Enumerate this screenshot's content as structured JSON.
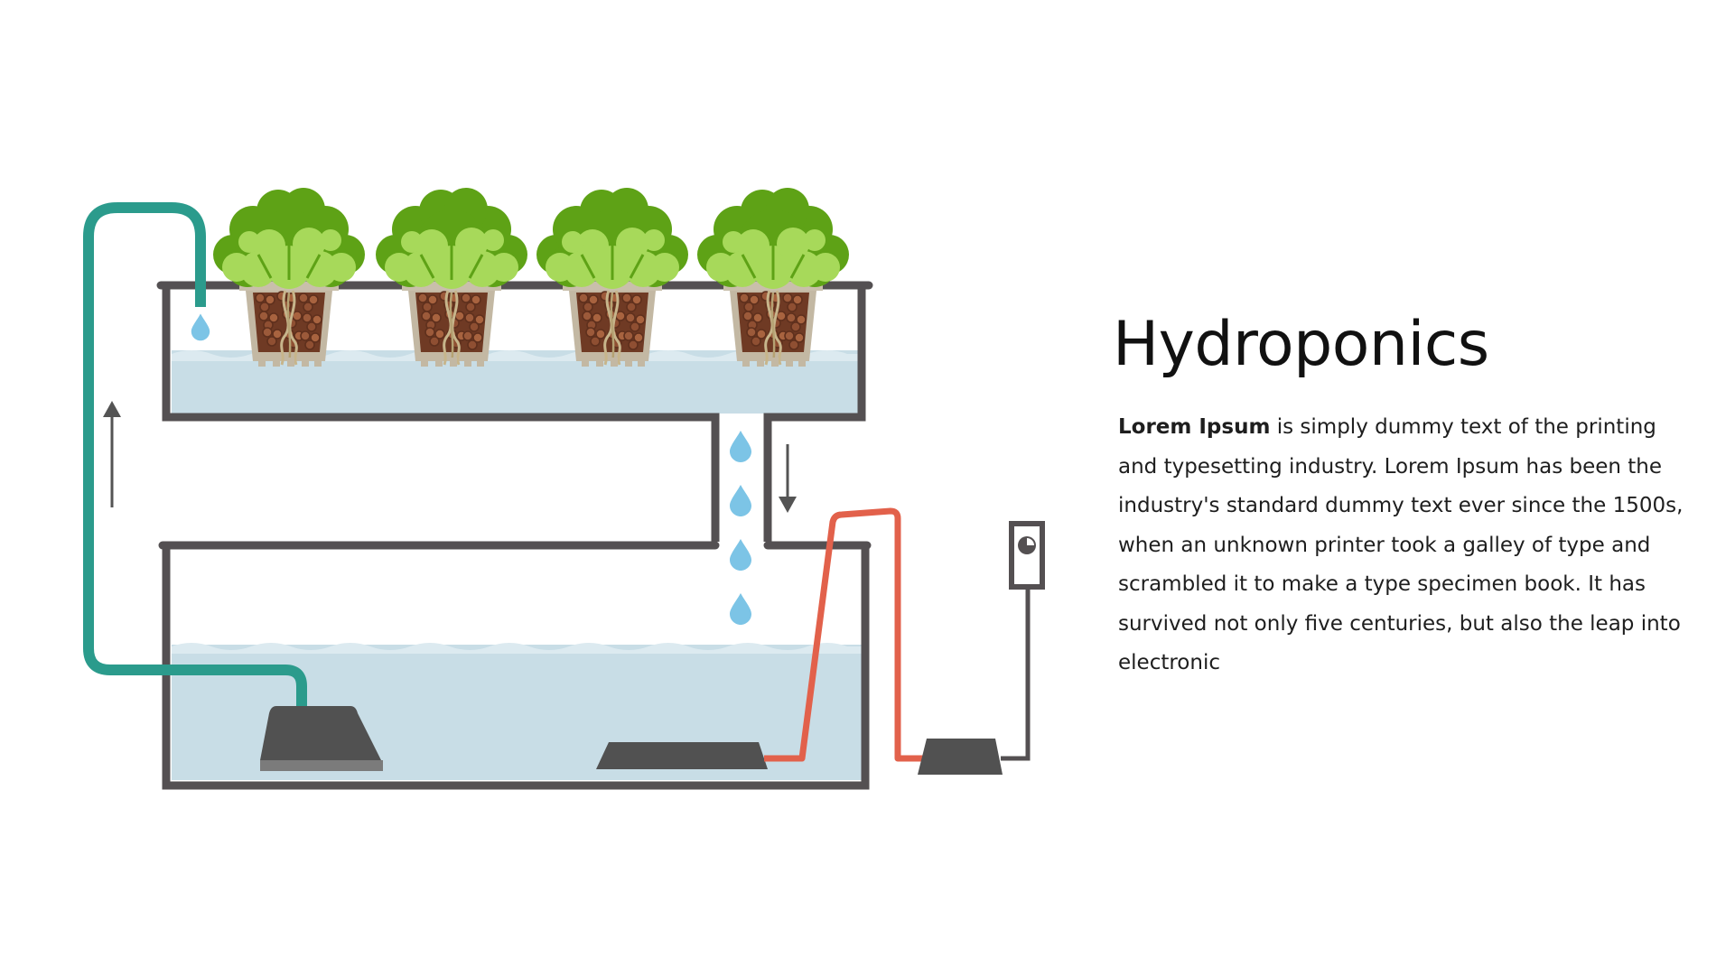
{
  "heading": {
    "title": "Hydroponics"
  },
  "description": {
    "lead": "Lorem Ipsum",
    "text": " is simply dummy text of the printing and typesetting industry. Lorem Ipsum has been the industry's standard dummy text ever since the 1500s, when an unknown printer took a galley of type and scrambled it to make a type specimen book. It has survived not only five centuries, but also the leap into electronic"
  },
  "colors": {
    "tank_outline": "#545052",
    "water": "#c8dde6",
    "water_surface": "#dceaf0",
    "return_pipe": "#2b9b8c",
    "supply_pipe": "#e2614b",
    "pump": "#515151",
    "pump_base": "#7b7b7b",
    "water_drop": "#7cc4e6",
    "lettuce_dark": "#5ea216",
    "lettuce_light": "#a7d95a",
    "net_pot": "#c3b8a3",
    "clay_pebbles": "#9c5a3a",
    "arrow": "#545454"
  },
  "icons": {
    "plant": "lettuce-icon",
    "timer": "timer-icon",
    "droplet": "water-drop-icon"
  }
}
